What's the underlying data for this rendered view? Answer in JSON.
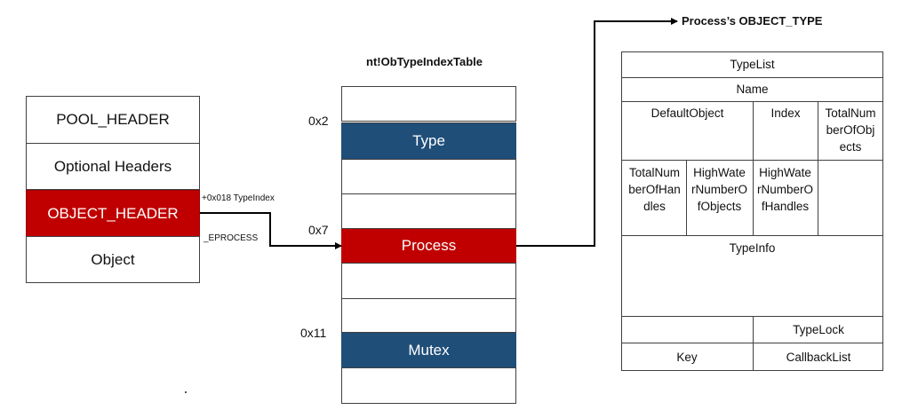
{
  "left_stack": {
    "items": [
      "POOL_HEADER",
      "Optional Headers",
      "OBJECT_HEADER",
      "Object"
    ]
  },
  "arrow_labels": {
    "type_index": "+0x018 TypeIndex",
    "eprocess": "_EPROCESS"
  },
  "table": {
    "title": "nt!ObTypeIndexTable",
    "offsets": {
      "type": "0x2",
      "process": "0x7",
      "mutex": "0x11"
    },
    "entries": {
      "type": "Type",
      "process": "Process",
      "mutex": "Mutex"
    }
  },
  "object_type": {
    "title": "Process’s OBJECT_TYPE",
    "fields": {
      "type_list": "TypeList",
      "name": "Name",
      "default_object": "DefaultObject",
      "index": "Index",
      "total_number_of_objects": "TotalNumberOfObjects",
      "total_number_of_handles": "TotalNumberOfHandles",
      "high_water_number_of_objects": "HighWaterNumberOfObjects",
      "high_water_number_of_handles": "HighWaterNumberOfHandles",
      "type_info": "TypeInfo",
      "type_lock": "TypeLock",
      "key": "Key",
      "callback_list": "CallbackList"
    }
  },
  "colors": {
    "highlight_red": "#c00000",
    "table_blue": "#1f4e79",
    "border": "#404040"
  }
}
